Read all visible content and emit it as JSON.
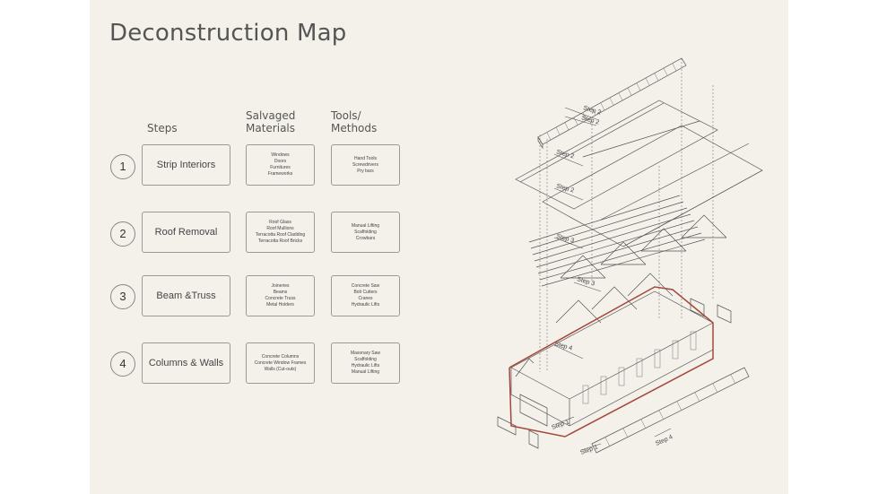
{
  "title": "Deconstruction Map",
  "headers": {
    "steps": "Steps",
    "salvaged_line1": "Salvaged",
    "salvaged_line2": "Materials",
    "tools_line1": "Tools/",
    "tools_line2": "Methods"
  },
  "rows": [
    {
      "num": "1",
      "step": "Strip Interiors",
      "materials": [
        "Windows",
        "Doors",
        "Furnitures",
        "Frameworks"
      ],
      "tools": [
        "Hand Tools",
        "Screwdrivers",
        "Pry bars"
      ]
    },
    {
      "num": "2",
      "step": "Roof Removal",
      "materials": [
        "Roof Glass",
        "Roof Mullions",
        "Terracotta Roof Cladding",
        "Terracotta Roof Bricks"
      ],
      "tools": [
        "Manual Lifting",
        "Scaffolding",
        "Crowbars"
      ]
    },
    {
      "num": "3",
      "step": "Beam &Truss",
      "materials": [
        "Joineries",
        "Beams",
        "Concrete Truss",
        "Metal Holders"
      ],
      "tools": [
        "Concrete Saw",
        "Bolt Cutters",
        "Cranes",
        "Hydraulic Lifts"
      ]
    },
    {
      "num": "4",
      "step": "Columns & Walls",
      "materials": [
        "Concrete Columns",
        "Concrete Window Frames",
        "Walls (Cut-outs)"
      ],
      "tools": [
        "Masonary Saw",
        "Scaffolding",
        "Hydraulic Lifts",
        "Manual Lifting"
      ]
    }
  ],
  "diagram_labels": {
    "l1": "Step 2",
    "l2": "Step 2",
    "l3": "Step 2",
    "l4": "Step 2",
    "l5": "Step 3",
    "l6": "Step 3",
    "l7": "Step 4",
    "l8": "Step 1",
    "l9": "Step 1",
    "l10": "Step 4"
  },
  "colors": {
    "accent_outline": "#a4483c",
    "line": "#555555",
    "panel": "#f4f1eb"
  }
}
